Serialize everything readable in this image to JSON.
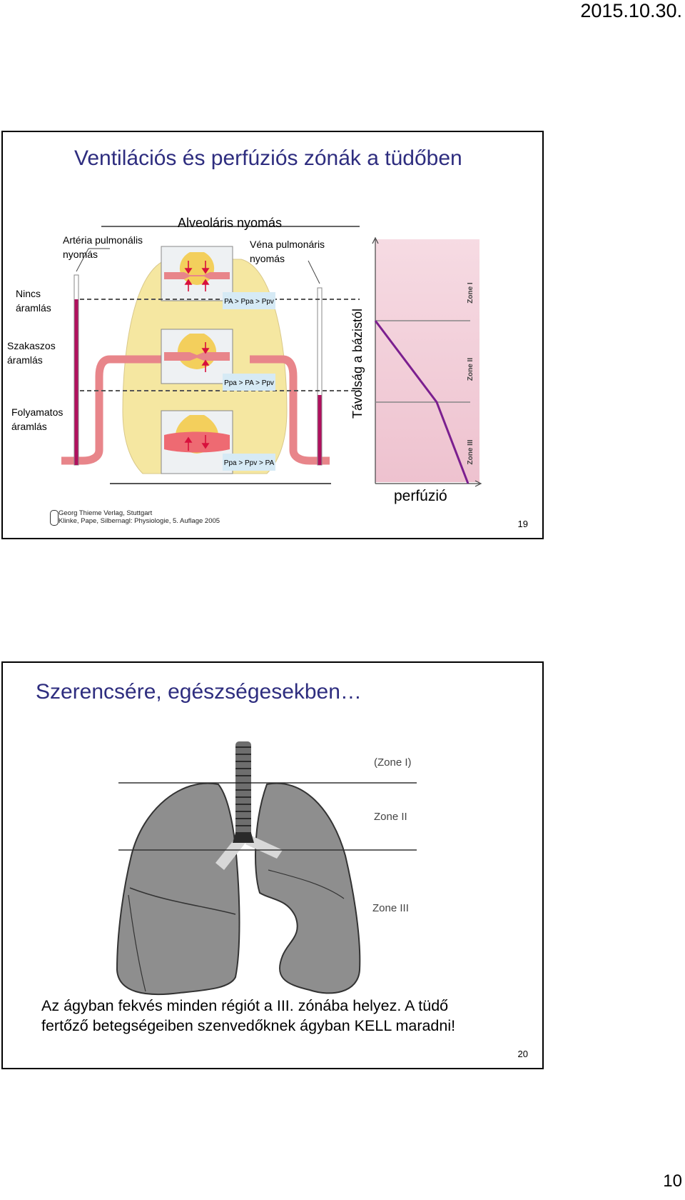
{
  "page": {
    "date": "2015.10.30.",
    "number": "10"
  },
  "slide1": {
    "title": "Ventilációs és perfúziós zónák a tüdőben",
    "labels": {
      "alveolar": "Alveoláris nyomás",
      "arteria_line1": "Artéria pulmonális",
      "arteria_line2": "nyomás",
      "vena_line1": "Véna pulmonáris",
      "vena_line2": "nyomás",
      "no_flow_1": "Nincs",
      "no_flow_2": "áramlás",
      "intermittent_1": "Szakaszos",
      "intermittent_2": "áramlás",
      "continuous_1": "Folyamatos",
      "continuous_2": "áramlás"
    },
    "pressure_boxes": [
      "PA > Ppa > Ppv",
      "Ppa > PA > Ppv",
      "Ppa > Ppv > PA"
    ],
    "graph": {
      "ylabel": "Távolság a bázistól",
      "xlabel": "perfúzió",
      "zones": [
        "Zone I",
        "Zone II",
        "Zone III"
      ],
      "colors": {
        "line": "#7b1f8f",
        "bg_top": "#f6dbe3",
        "bg_bottom": "#eec2cf"
      }
    },
    "credit_line1": "Georg Thieme Verlag, Stuttgart",
    "credit_line2": "Klinke, Pape, Silbernagl: Physiologie, 5. Auflage 2005",
    "slide_number": "19"
  },
  "slide2": {
    "title": "Szerencsére, egészségesekben…",
    "zones": [
      "(Zone I)",
      "Zone II",
      "Zone III"
    ],
    "caption_line1": "Az ágyban fekvés minden régiót a  III. zónába helyez. A tüdő",
    "caption_line2": "fertőző betegségeiben szenvedőknek ágyban KELL maradni!",
    "slide_number": "20"
  },
  "colors": {
    "title": "#2e2d7f",
    "lung": "#f5e7a1",
    "vessel": "#e8858a",
    "manometer": "#b0105e",
    "lung_gray": "#8e8e8e"
  }
}
